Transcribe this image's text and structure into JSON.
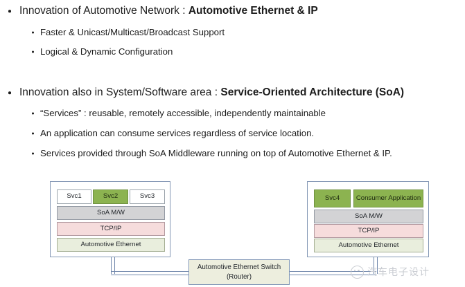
{
  "slide": {
    "bullets": [
      {
        "level": 1,
        "text_plain": "Innovation of Automotive Network : ",
        "text_bold": "Automotive Ethernet & IP"
      },
      {
        "level": 2,
        "text_plain": "Faster & Unicast/Multicast/Broadcast Support",
        "text_bold": ""
      },
      {
        "level": 2,
        "text_plain": "Logical & Dynamic Configuration",
        "text_bold": ""
      },
      {
        "level": 1,
        "text_plain": "Innovation also in System/Software area : ",
        "text_bold": "Service-Oriented Architecture (SoA)"
      },
      {
        "level": 2,
        "text_plain": "“Services” : reusable, remotely accessible, independently maintainable",
        "text_bold": ""
      },
      {
        "level": 2,
        "text_plain": "An application can consume services regardless of service location.",
        "text_bold": ""
      },
      {
        "level": 2,
        "text_plain": "Services provided through SoA Middleware running on top of Automotive Ethernet & IP.",
        "text_bold": ""
      }
    ]
  },
  "diagram": {
    "left_node": {
      "services": [
        {
          "label": "Svc1",
          "style": "white"
        },
        {
          "label": "Svc2",
          "style": "green"
        },
        {
          "label": "Svc3",
          "style": "white"
        }
      ],
      "layers": [
        {
          "label": "SoA M/W",
          "style": "mw"
        },
        {
          "label": "TCP/IP",
          "style": "tcp"
        },
        {
          "label": "Automotive Ethernet",
          "style": "ae"
        }
      ]
    },
    "right_node": {
      "services": [
        {
          "label": "Svc4",
          "style": "green"
        },
        {
          "label": "Consumer Application",
          "style": "green"
        }
      ],
      "layers": [
        {
          "label": "SoA M/W",
          "style": "mw"
        },
        {
          "label": "TCP/IP",
          "style": "tcp"
        },
        {
          "label": "Automotive Ethernet",
          "style": "ae"
        }
      ]
    },
    "switch": {
      "line1": "Automotive Ethernet Switch",
      "line2": "(Router)"
    }
  },
  "watermark": {
    "text": "汽车电子设计",
    "icon": "wechat-icon"
  },
  "colors": {
    "service_green": "#8cb350",
    "middleware_gray": "#d3d3d5",
    "tcpip_pink": "#f6dcdc",
    "ethernet_green": "#e9eedd",
    "node_border_blue": "#8296b4",
    "switch_fill": "#edeede",
    "watermark_gray": "#c9ccd2"
  }
}
